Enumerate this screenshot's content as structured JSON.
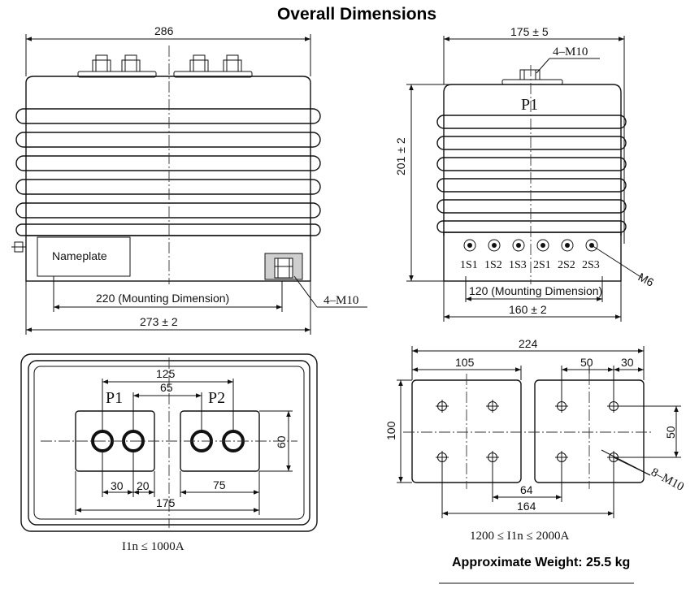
{
  "title": "Overall Dimensions",
  "front_view": {
    "dim_width": "286",
    "nameplate": "Nameplate",
    "dim_mounting": "220 (Mounting Dimension)",
    "dim_base": "273 ± 2",
    "thread_label": "4–M10"
  },
  "side_view": {
    "dim_width": "175 ± 5",
    "thread_label": "4–M10",
    "primary_label": "P1",
    "dim_height": "201 ± 2",
    "terminals": [
      "1S1",
      "1S2",
      "1S3",
      "2S1",
      "2S2",
      "2S3"
    ],
    "screw_label": "M6",
    "dim_mounting": "120 (Mounting Dimension)",
    "dim_base": "160 ± 2"
  },
  "top_view": {
    "dim_outer": "125",
    "dim_inner": "65",
    "label_p1": "P1",
    "label_p2": "P2",
    "dim_height": "60",
    "dim_30": "30",
    "dim_20": "20",
    "dim_75": "75",
    "dim_175": "175",
    "rating": "I1n ≤ 1000A"
  },
  "busbar_view": {
    "dim_total": "224",
    "dim_105": "105",
    "dim_50": "50",
    "dim_30": "30",
    "dim_100": "100",
    "dim_50v": "50",
    "hole_label": "8–M10",
    "dim_64": "64",
    "dim_164": "164",
    "rating": "1200 ≤ I1n ≤ 2000A"
  },
  "weight": "Approximate Weight: 25.5 kg"
}
